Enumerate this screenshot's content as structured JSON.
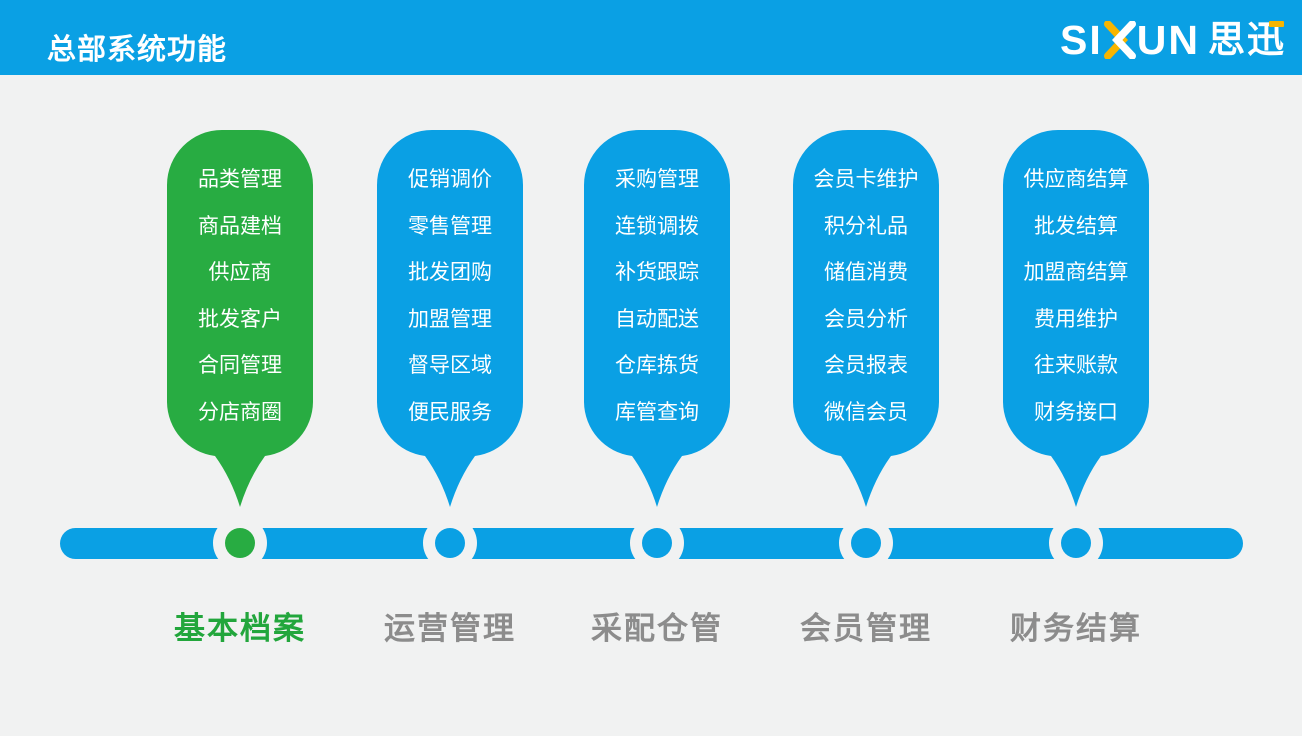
{
  "header": {
    "title": "总部系统功能",
    "logo": {
      "prefix": "SI",
      "suffix": "UN",
      "cn": "思迅"
    }
  },
  "colors": {
    "blue": "#0AA0E4",
    "green": "#28AC42",
    "background": "#F1F2F2",
    "label_gray": "#8C8C8C",
    "label_green": "#22A63C",
    "logo_accent_yellow": "#F7B500",
    "text_white": "#FFFFFF"
  },
  "columns": [
    {
      "label": "基本档案",
      "color": "#28AC42",
      "items": [
        "品类管理",
        "商品建档",
        "供应商",
        "批发客户",
        "合同管理",
        "分店商圈"
      ]
    },
    {
      "label": "运营管理",
      "color": "#0AA0E4",
      "items": [
        "促销调价",
        "零售管理",
        "批发团购",
        "加盟管理",
        "督导区域",
        "便民服务"
      ]
    },
    {
      "label": "采配仓管",
      "color": "#0AA0E4",
      "items": [
        "采购管理",
        "连锁调拨",
        "补货跟踪",
        "自动配送",
        "仓库拣货",
        "库管查询"
      ]
    },
    {
      "label": "会员管理",
      "color": "#0AA0E4",
      "items": [
        "会员卡维护",
        "积分礼品",
        "储值消费",
        "会员分析",
        "会员报表",
        "微信会员"
      ]
    },
    {
      "label": "财务结算",
      "color": "#0AA0E4",
      "items": [
        "供应商结算",
        "批发结算",
        "加盟商结算",
        "费用维护",
        "往来账款",
        "财务接口"
      ]
    }
  ]
}
